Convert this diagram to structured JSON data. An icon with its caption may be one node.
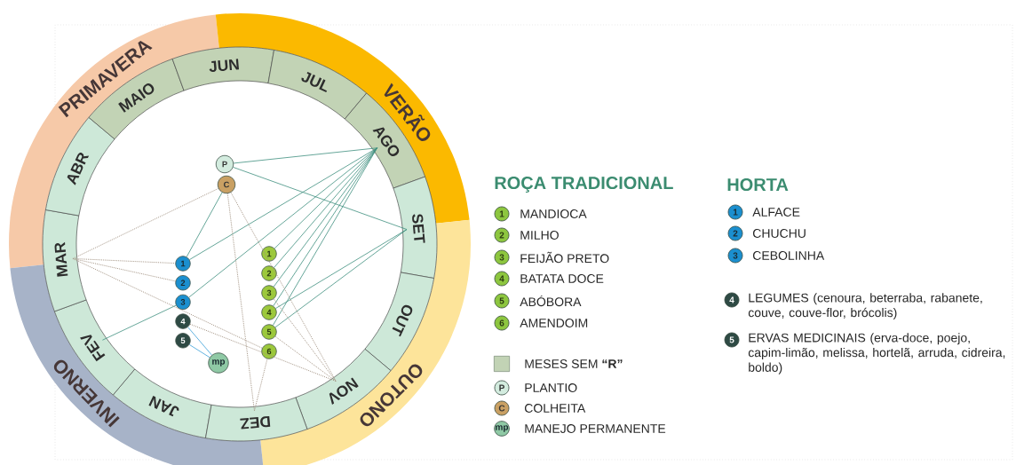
{
  "diagram": {
    "nodes": [
      {
        "text": [
          "PRIMAVERA"
        ]
      },
      {
        "text": [
          "VERÃO"
        ]
      },
      {
        "text": [
          "OUTONO"
        ]
      },
      {
        "text": [
          "INVERNO"
        ]
      },
      {
        "text": [
          "JAN"
        ]
      },
      {
        "text": [
          "FEV"
        ]
      },
      {
        "text": [
          "MAR"
        ]
      },
      {
        "text": [
          "ABR"
        ]
      },
      {
        "text": [
          "MAIO"
        ]
      },
      {
        "text": [
          "JUN"
        ]
      },
      {
        "text": [
          "JUL"
        ]
      },
      {
        "text": [
          "AGO"
        ]
      },
      {
        "text": [
          "SET"
        ]
      },
      {
        "text": [
          "OUT"
        ]
      },
      {
        "text": [
          "NOV"
        ]
      },
      {
        "text": [
          "DEZ"
        ]
      },
      {
        "text": [
          "P"
        ]
      },
      {
        "text": [
          "C"
        ]
      },
      {
        "text": [
          "1"
        ]
      },
      {
        "text": [
          "2"
        ]
      },
      {
        "text": [
          "3"
        ]
      },
      {
        "text": [
          "4"
        ]
      },
      {
        "text": [
          "5"
        ]
      },
      {
        "text": [
          "mp"
        ]
      },
      {
        "text": [
          "1"
        ]
      },
      {
        "text": [
          "2"
        ]
      },
      {
        "text": [
          "3"
        ]
      },
      {
        "text": [
          "4"
        ]
      },
      {
        "text": [
          "5"
        ]
      },
      {
        "text": [
          "6"
        ]
      }
    ],
    "edges": [
      {
        "from": 16,
        "to": 11,
        "arrow": "none"
      },
      {
        "from": 16,
        "to": 12,
        "arrow": "none"
      },
      {
        "from": 17,
        "to": 18,
        "arrow": "none"
      },
      {
        "from": 11,
        "to": 18,
        "arrow": "none"
      },
      {
        "from": 11,
        "to": 20,
        "arrow": "none"
      },
      {
        "from": 11,
        "to": 24,
        "arrow": "none"
      },
      {
        "from": 11,
        "to": 25,
        "arrow": "none"
      },
      {
        "from": 11,
        "to": 26,
        "arrow": "none"
      },
      {
        "from": 11,
        "to": 27,
        "arrow": "none"
      },
      {
        "from": 11,
        "to": 28,
        "arrow": "none"
      },
      {
        "from": 12,
        "to": 27,
        "arrow": "none"
      },
      {
        "from": 12,
        "to": 28,
        "arrow": "none"
      },
      {
        "from": 5,
        "to": 20,
        "arrow": "none"
      },
      {
        "from": 6,
        "to": 17,
        "arrow": "none",
        "style": "dashed",
        "color": "#a09080"
      },
      {
        "from": 6,
        "to": 18,
        "arrow": "none",
        "style": "dashed",
        "color": "#a09080"
      },
      {
        "from": 6,
        "to": 19,
        "arrow": "none",
        "style": "dashed",
        "color": "#a09080"
      },
      {
        "from": 6,
        "to": 29,
        "arrow": "none",
        "style": "dashed",
        "color": "#a09080"
      },
      {
        "from": 17,
        "to": 15,
        "arrow": "none",
        "style": "dashed",
        "color": "#a09080"
      },
      {
        "from": 17,
        "to": 14,
        "arrow": "none",
        "style": "dashed",
        "color": "#a09080"
      },
      {
        "from": 21,
        "to": 14,
        "arrow": "none",
        "style": "dashed",
        "color": "#a09080"
      },
      {
        "from": 29,
        "to": 15,
        "arrow": "none",
        "style": "dashed",
        "color": "#a09080"
      },
      {
        "from": 28,
        "to": 14,
        "arrow": "none",
        "style": "dashed",
        "color": "#a09080"
      },
      {
        "from": 26,
        "to": 14,
        "arrow": "none",
        "style": "dashed",
        "color": "#a09080"
      },
      {
        "from": 21,
        "to": 23,
        "arrow": "none",
        "color": "#3aa0d8"
      },
      {
        "from": 22,
        "to": 23,
        "arrow": "none",
        "color": "#3aa0d8"
      }
    ],
    "labels": [
      "ROÇA TRADICIONAL",
      "HORTA",
      "1",
      "2",
      "3",
      "4",
      "5",
      "6",
      "P",
      "C",
      "mp",
      "1",
      "2",
      "3",
      "4",
      "5"
    ],
    "legend": [
      {
        "text": "MANDIOCA",
        "color": "#8dc63f"
      },
      {
        "text": "MILHO",
        "color": "#8dc63f"
      },
      {
        "text": "FEIJÃO PRETO",
        "color": "#8dc63f"
      },
      {
        "text": "BATATA DOCE",
        "color": "#8dc63f"
      },
      {
        "text": "ABÓBORA",
        "color": "#8dc63f"
      },
      {
        "text": "AMENDOIM",
        "color": "#8dc63f"
      },
      {
        "text": "MESES SEM **“R”**",
        "color": "#c2d3b5"
      },
      {
        "text": "PLANTIO",
        "color": "#d3ecdf"
      },
      {
        "text": "COLHEITA",
        "color": "#c9a063"
      },
      {
        "text": "MANEJO PERMANENTE",
        "color": "#8fc9a5"
      },
      {
        "text": "ALFACE",
        "color": "#1b8fcf"
      },
      {
        "text": "CHUCHU",
        "color": "#1b8fcf"
      },
      {
        "text": "CEBOLINHA",
        "color": "#1b8fcf"
      },
      {
        "text": "LEGUMES (cenoura, beterraba, rabanete, couve, couve-flor, brócolis)",
        "color": "#2e4a44"
      },
      {
        "text": "ERVAS MEDICINAIS (erva-doce, poejo, capim-limão, melissa, hortelã, arruda, cidreira, boldo)",
        "color": "#2e4a44"
      }
    ]
  }
}
